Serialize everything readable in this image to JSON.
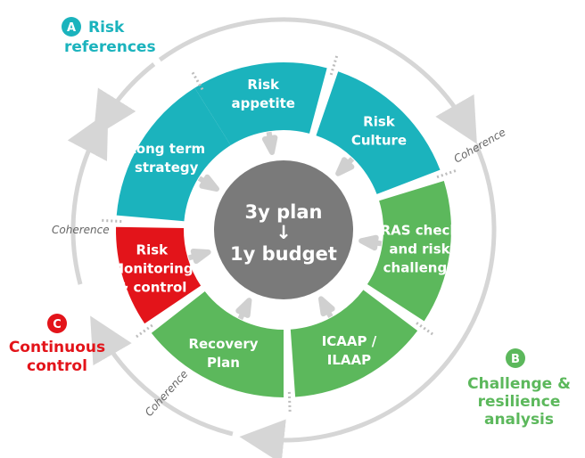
{
  "colors": {
    "teal": "#1bb3bd",
    "green": "#5cb85c",
    "red": "#e3141a",
    "gray_center": "#7a7a7a",
    "gray_arrow": "#d0d0d0",
    "gray_ring": "#d6d6d6"
  },
  "center": {
    "line1": "3y plan",
    "arrow": "↓",
    "line2": "1y budget"
  },
  "segments": [
    {
      "id": "risk-appetite",
      "group": "A",
      "lines": [
        "Risk",
        "appetite"
      ]
    },
    {
      "id": "risk-culture",
      "group": "A",
      "lines": [
        "Risk",
        "Culture"
      ]
    },
    {
      "id": "ras-check",
      "group": "B",
      "lines": [
        "RAS check",
        "and risk",
        "challenge"
      ]
    },
    {
      "id": "icaap-ilaap",
      "group": "B",
      "lines": [
        "ICAAP /",
        "ILAAP"
      ]
    },
    {
      "id": "recovery-plan",
      "group": "C",
      "lines": [
        "Recovery",
        "Plan"
      ]
    },
    {
      "id": "risk-monitoring",
      "group": "C-red",
      "lines": [
        "Risk",
        "Monitoring",
        "& control"
      ]
    },
    {
      "id": "long-term-strategy",
      "group": "A",
      "lines": [
        "Long term",
        "strategy"
      ]
    }
  ],
  "groups": {
    "A": {
      "letter": "A",
      "lines": [
        "Risk",
        "references"
      ]
    },
    "B": {
      "letter": "B",
      "lines": [
        "Challenge &",
        "resilience",
        "analysis"
      ]
    },
    "C": {
      "letter": "C",
      "lines": [
        "Continuous",
        "control"
      ]
    }
  },
  "coherence_labels": [
    "Coherence",
    "Coherence",
    "Coherence"
  ]
}
